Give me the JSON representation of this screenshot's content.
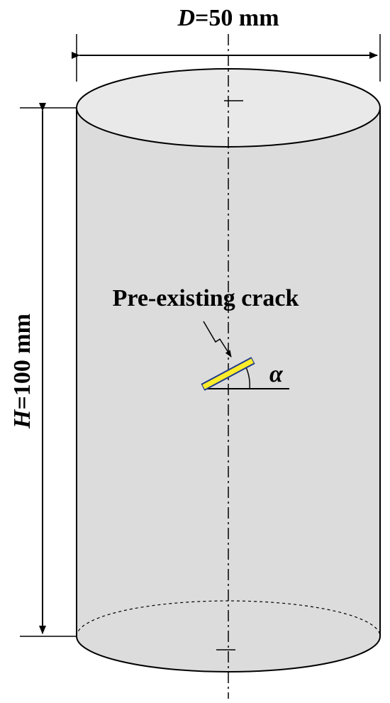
{
  "diameter": {
    "symbol": "D",
    "value_text": "=50 mm"
  },
  "height": {
    "symbol": "H",
    "value_text": "=100 mm"
  },
  "crack": {
    "label": "Pre-existing crack",
    "angle_symbol": "α"
  },
  "colors": {
    "cylinder_fill": "#dcdcdc",
    "top_face_fill": "#e9e9e9",
    "outline": "#000000",
    "crack_fill": "#ffec2a",
    "crack_edge": "#1f3a8a"
  }
}
